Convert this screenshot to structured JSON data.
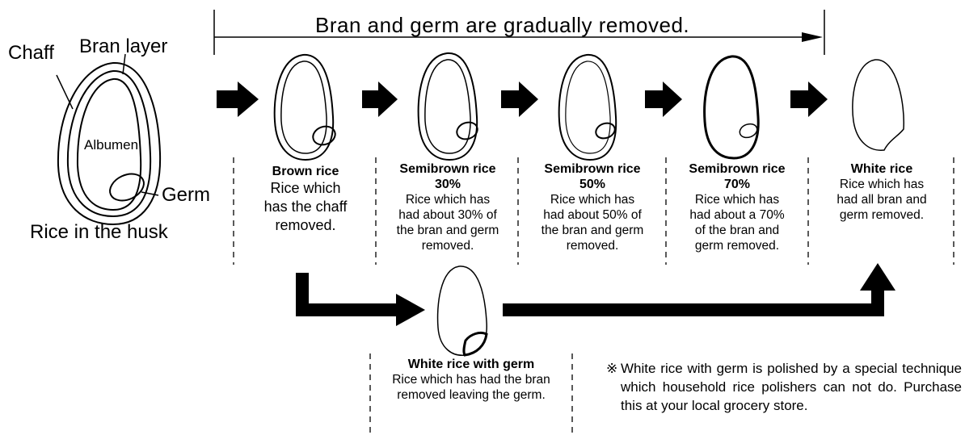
{
  "header": {
    "process_text": "Bran and germ are gradually removed."
  },
  "husk": {
    "chaff_label": "Chaff",
    "bran_layer_label": "Bran layer",
    "albumen_label": "Albumen",
    "germ_label": "Germ",
    "caption": "Rice in the husk"
  },
  "stages": [
    {
      "title": "Brown rice",
      "subtitle": "",
      "desc": [
        "Rice which",
        "has the chaff",
        "removed."
      ]
    },
    {
      "title": "Semibrown rice",
      "subtitle": "30%",
      "desc": [
        "Rice which has",
        "had about 30% of",
        "the bran and germ",
        "removed."
      ]
    },
    {
      "title": "Semibrown rice",
      "subtitle": "50%",
      "desc": [
        "Rice which has",
        "had about 50% of",
        "the bran and germ",
        "removed."
      ]
    },
    {
      "title": "Semibrown rice",
      "subtitle": "70%",
      "desc": [
        "Rice which has",
        "had about a 70%",
        "of the bran and",
        "germ removed."
      ]
    },
    {
      "title": "White rice",
      "subtitle": "",
      "desc": [
        "Rice which has",
        "had all bran and",
        "germ removed."
      ]
    }
  ],
  "germ_rice": {
    "title": "White rice with germ",
    "desc": [
      "Rice which has had the bran",
      "removed leaving the germ."
    ]
  },
  "note": {
    "mark": "※",
    "text": "White rice with germ is polished by a special technique which household rice polishers can not do. Purchase this at your local grocery store."
  }
}
